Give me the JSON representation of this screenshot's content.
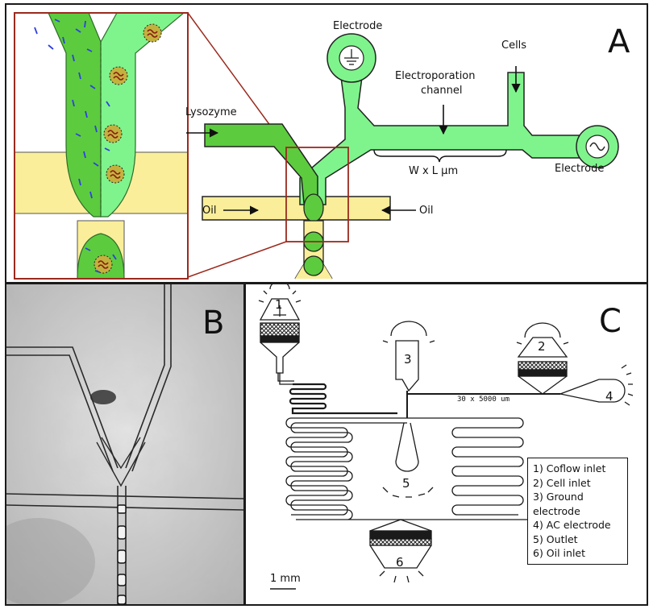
{
  "panel_a": {
    "letter": "A",
    "labels": {
      "electrode_top": "Electrode",
      "cells": "Cells",
      "channel_line1": "Electroporation",
      "channel_line2": "channel",
      "lysozyme": "Lysozyme",
      "dimension": "W x L µm",
      "electrode_right": "Electrode",
      "oil_left": "Oil",
      "oil_right": "Oil"
    }
  },
  "panel_b": {
    "letter": "B"
  },
  "panel_c": {
    "letter": "C",
    "markers": [
      "1",
      "2",
      "3",
      "4",
      "5",
      "6"
    ],
    "channel_dimension": "30 x 5000 um",
    "scale_bar": "1 mm",
    "legend": [
      "1) Coflow inlet",
      "2) Cell inlet",
      "3) Ground electrode",
      "4) AC electrode",
      "5) Outlet",
      "6) Oil inlet"
    ]
  },
  "colors": {
    "coflow_green": "#5ccc3e",
    "cell_green": "#7ff48c",
    "oil_yellow": "#fbee9a",
    "zoom_box": "#9b2a1e"
  }
}
